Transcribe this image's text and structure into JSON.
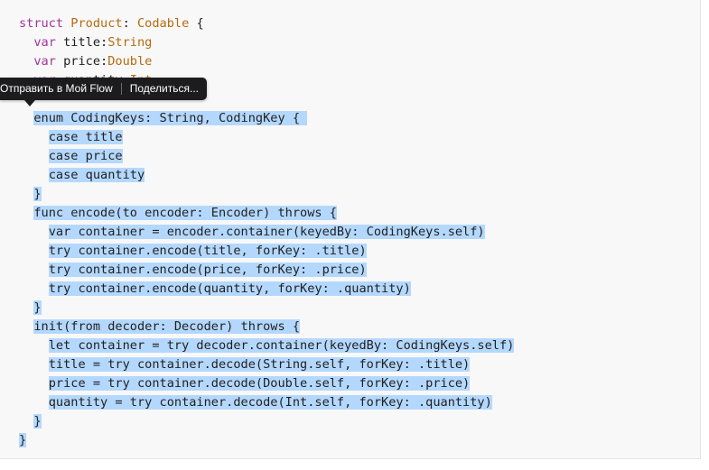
{
  "colors": {
    "keyword": "#a4329e",
    "type": "#b76a0b",
    "selection": "#b4d8fd",
    "tooltip_bg": "#1c1c1e",
    "text": "#1f1f1f"
  },
  "tooltip": {
    "send_label": "Отправить в Мой Flow",
    "share_label": "Поделиться..."
  },
  "code": {
    "lines": [
      {
        "indent": "",
        "tokens": [
          {
            "text": "struct",
            "style": "kw"
          },
          {
            "text": " "
          },
          {
            "text": "Product",
            "style": "ty"
          },
          {
            "text": ": "
          },
          {
            "text": "Codable",
            "style": "ty"
          },
          {
            "text": " {"
          }
        ]
      },
      {
        "indent": "  ",
        "tokens": [
          {
            "text": "var",
            "style": "kw"
          },
          {
            "text": " title:"
          },
          {
            "text": "String",
            "style": "ty"
          }
        ]
      },
      {
        "indent": "  ",
        "tokens": [
          {
            "text": "var",
            "style": "kw"
          },
          {
            "text": " price:"
          },
          {
            "text": "Double",
            "style": "ty"
          }
        ]
      },
      {
        "indent": "  ",
        "tokens": [
          {
            "text": "var",
            "style": "kw"
          },
          {
            "text": " quantity:"
          },
          {
            "text": "Int",
            "style": "ty"
          }
        ]
      },
      {
        "indent": "",
        "tokens": []
      },
      {
        "indent": "  ",
        "selected": true,
        "tokens": [
          {
            "text": "enum CodingKeys: String, CodingKey { "
          }
        ]
      },
      {
        "indent": "    ",
        "selected": true,
        "tokens": [
          {
            "text": "case title"
          }
        ]
      },
      {
        "indent": "    ",
        "selected": true,
        "tokens": [
          {
            "text": "case price"
          }
        ]
      },
      {
        "indent": "    ",
        "selected": true,
        "tokens": [
          {
            "text": "case quantity"
          }
        ]
      },
      {
        "indent": "  ",
        "selected": true,
        "tokens": [
          {
            "text": "}"
          }
        ]
      },
      {
        "indent": "  ",
        "selected": true,
        "tokens": [
          {
            "text": "func encode(to encoder: Encoder) throws {"
          }
        ]
      },
      {
        "indent": "    ",
        "selected": true,
        "tokens": [
          {
            "text": "var container = encoder.container(keyedBy: CodingKeys.self)"
          }
        ]
      },
      {
        "indent": "    ",
        "selected": true,
        "tokens": [
          {
            "text": "try container.encode(title, forKey: .title)"
          }
        ]
      },
      {
        "indent": "    ",
        "selected": true,
        "tokens": [
          {
            "text": "try container.encode(price, forKey: .price)"
          }
        ]
      },
      {
        "indent": "    ",
        "selected": true,
        "tokens": [
          {
            "text": "try container.encode(quantity, forKey: .quantity)"
          }
        ]
      },
      {
        "indent": "  ",
        "selected": true,
        "tokens": [
          {
            "text": "}"
          }
        ]
      },
      {
        "indent": "  ",
        "selected": true,
        "tokens": [
          {
            "text": "init(from decoder: Decoder) throws {"
          }
        ]
      },
      {
        "indent": "    ",
        "selected": true,
        "tokens": [
          {
            "text": "let container = try decoder.container(keyedBy: CodingKeys.self)"
          }
        ]
      },
      {
        "indent": "    ",
        "selected": true,
        "tokens": [
          {
            "text": "title = try container.decode(String.self, forKey: .title)"
          }
        ]
      },
      {
        "indent": "    ",
        "selected": true,
        "tokens": [
          {
            "text": "price = try container.decode(Double.self, forKey: .price)"
          }
        ]
      },
      {
        "indent": "    ",
        "selected": true,
        "tokens": [
          {
            "text": "quantity = try container.decode(Int.self, forKey: .quantity)"
          }
        ]
      },
      {
        "indent": "  ",
        "selected": true,
        "tokens": [
          {
            "text": "}"
          }
        ]
      },
      {
        "indent": "",
        "selected": true,
        "tokens": [
          {
            "text": "}"
          }
        ]
      }
    ]
  }
}
